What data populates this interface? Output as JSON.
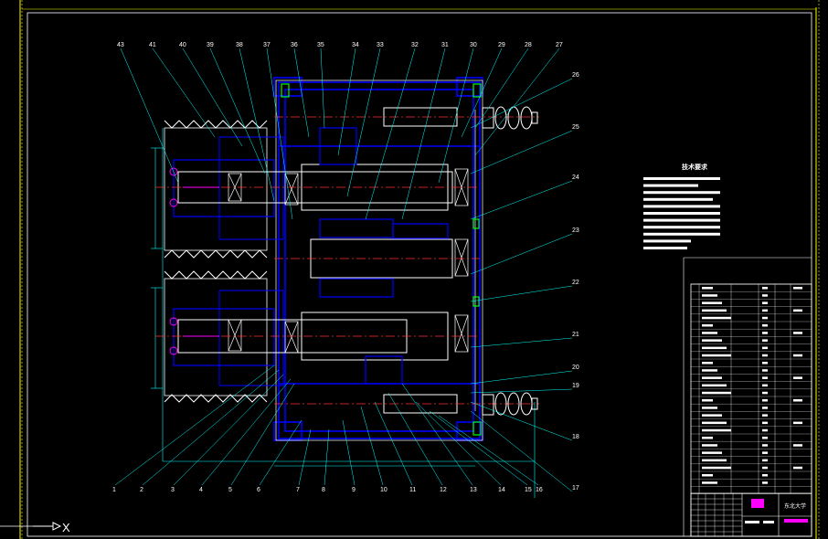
{
  "drawing": {
    "callouts_top": [
      "43",
      "41",
      "40",
      "39",
      "38",
      "37",
      "36",
      "35",
      "34",
      "33",
      "32",
      "31",
      "30",
      "29",
      "28",
      "27"
    ],
    "callouts_right": [
      "26",
      "25",
      "24",
      "23",
      "22",
      "21",
      "20",
      "19",
      "18",
      "17"
    ],
    "callouts_bottom": [
      "1",
      "2",
      "3",
      "4",
      "5",
      "6",
      "7",
      "8",
      "9",
      "10",
      "11",
      "12",
      "13",
      "14",
      "15",
      "16"
    ],
    "ucs_axis_label": "X"
  },
  "tech_requirements": {
    "title": "技术要求"
  },
  "title_block": {
    "school": "东北大学"
  },
  "colors": {
    "background": "#000000",
    "outline": "#ffffff",
    "structure": "#0000ff",
    "dim_line": "#00ffff",
    "center_line": "#ff3030",
    "accent": "#ff00ff",
    "frame": "#ffff00",
    "leader": "#00ffff",
    "bearing": "#00ff00"
  }
}
